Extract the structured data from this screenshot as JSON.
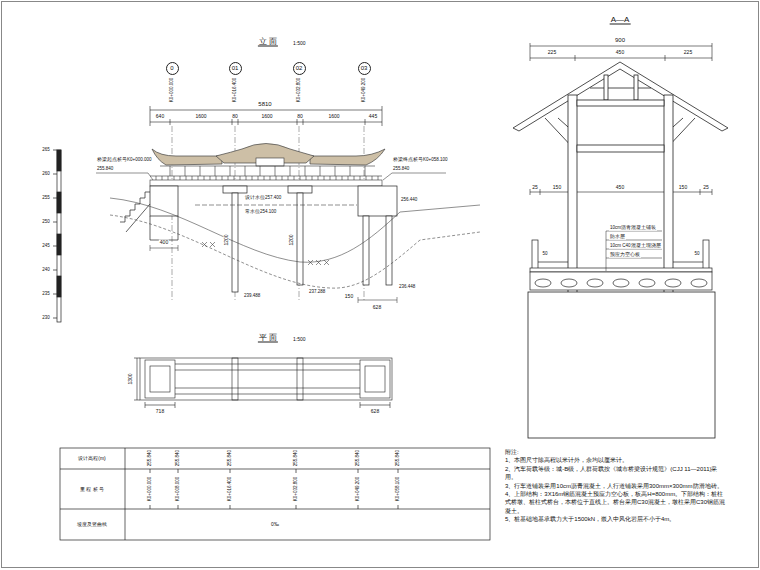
{
  "diagram": {
    "nodes": [
      {
        "text": [
          "0",
          "K0+000.000"
        ]
      },
      {
        "text": [
          "01",
          "K0+016.400"
        ]
      },
      {
        "text": [
          "02",
          "K0+032.800"
        ]
      },
      {
        "text": [
          "03",
          "K0+049.200"
        ]
      }
    ],
    "labels": [
      "立 面",
      "1:500",
      "平 面",
      "1:500",
      "A—A",
      "5810",
      "640",
      "1600",
      "80",
      "1600",
      "80",
      "1600",
      "445",
      "桥梁起点桩号K0+000.000",
      "255.840",
      "桥梁终点桩号K0+058.100",
      "255.840",
      "设计水位257.400",
      "常水位254.100",
      "256.440",
      "400",
      "239.488",
      "237.288",
      "236.448",
      "1200",
      "1200",
      "628",
      "150",
      "1300",
      "718",
      "628",
      "900",
      "225",
      "450",
      "225",
      "25",
      "150",
      "450",
      "150",
      "25",
      "10cm沥青混凝土铺装",
      "防水层",
      "10cm C40混凝土现浇层",
      "预应力空心板",
      "50",
      "50",
      "265",
      "260",
      "255",
      "250",
      "245",
      "240",
      "235",
      "230",
      "设计高程(m)",
      "里 程 桩 号",
      "坡度及竖曲线",
      "255.840",
      "255.840",
      "255.840",
      "255.840",
      "255.840",
      "255.840",
      "K0+000.000",
      "K0+008.000",
      "K0+016.400",
      "K0+032.800",
      "K0+049.200",
      "K0+058.100",
      "0‰",
      "附注:",
      "1、本图尺寸除高程以米计外，余均以厘米计。",
      "2、汽车荷载等级：城-B级，人群荷载按《城市桥梁设计规范》(CJJ 11—2011)采用。",
      "3、行车道铺装采用10cm沥青混凝土，人行道铺装采用300mm×300mm防滑地砖。",
      "4、上部结构：3X16m钢筋混凝土预应力空心板，板高H=800mm。下部结构：桩柱式桥墩、桩柱式桥台，本桥位于直线上。桥台采用C30混凝土，墩柱采用C30钢筋混凝土。",
      "5、桩基础地基承载力大于1500kN，嵌入中风化岩层不小于4m。"
    ]
  }
}
